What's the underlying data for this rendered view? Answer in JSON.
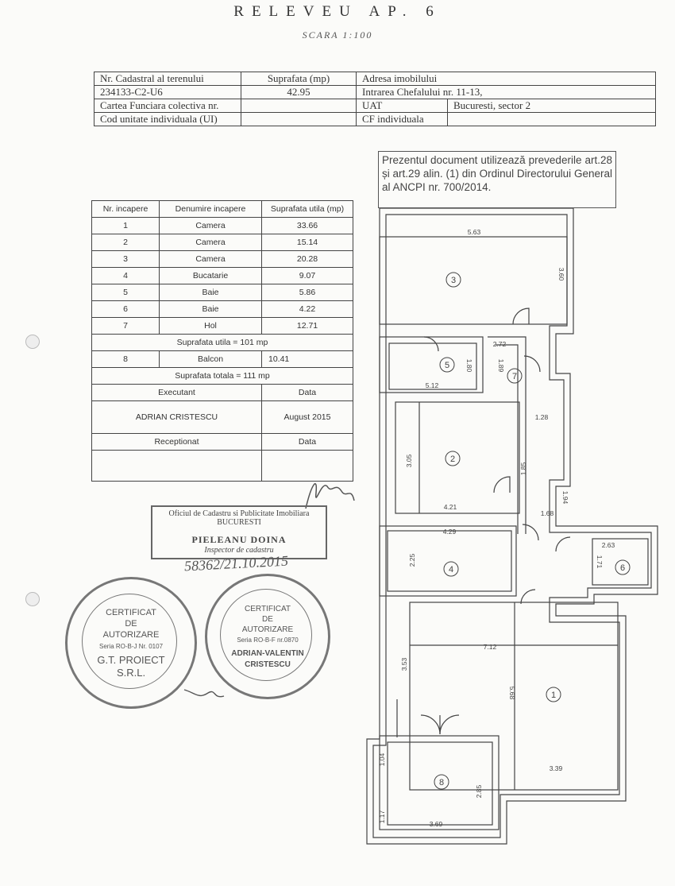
{
  "header": {
    "title": "RELEVEU AP. 6",
    "scale": "SCARA 1:100"
  },
  "cadastral": {
    "rows": [
      [
        "Nr. Cadastral al terenului",
        "Suprafata (mp)",
        "Adresa imobilului",
        ""
      ],
      [
        "234133-C2-U6",
        "42.95",
        "Intrarea Chefalului nr. 11-13,",
        ""
      ],
      [
        "Cartea Funciara colectiva nr.",
        "",
        "UAT",
        "Bucuresti, sector 2"
      ],
      [
        "Cod unitate individuala (UI)",
        "",
        "CF individuala",
        ""
      ]
    ]
  },
  "notice": {
    "text": "Prezentul document utilizează prevederile art.28 și art.29 alin. (1) din Ordinul Directorului General al ANCPI nr. 700/2014."
  },
  "rooms_table": {
    "headers": [
      "Nr. incapere",
      "Denumire incapere",
      "Suprafata utila (mp)"
    ],
    "rows": [
      [
        "1",
        "Camera",
        "33.66"
      ],
      [
        "2",
        "Camera",
        "15.14"
      ],
      [
        "3",
        "Camera",
        "20.28"
      ],
      [
        "4",
        "Bucatarie",
        "9.07"
      ],
      [
        "5",
        "Baie",
        "5.86"
      ],
      [
        "6",
        "Baie",
        "4.22"
      ],
      [
        "7",
        "Hol",
        "12.71"
      ]
    ],
    "suprafata_utila": "Suprafata utila = 101 mp",
    "balcon_row": [
      "8",
      "Balcon",
      "10.41"
    ],
    "suprafata_totala": "Suprafata totala = 111 mp",
    "executant_label": "Executant",
    "data_label": "Data",
    "executant_name": "ADRIAN CRISTESCU",
    "executant_date": "August 2015",
    "receptionat_label": "Receptionat",
    "receptionat_data_label": "Data"
  },
  "stamp_ocpi": {
    "line1": "Oficiul de Cadastru si Publicitate Imobiliara",
    "line2": "BUCURESTI",
    "line3": "PIELEANU DOINA",
    "line4": "Inspector de cadastru",
    "handwritten": "58362/21.10.2015"
  },
  "seal_gt": {
    "l1": "CERTIFICAT",
    "l2": "DE",
    "l3": "AUTORIZARE",
    "l4": "Seria RO-B-J Nr. 0107",
    "l5": "G.T. PROIECT",
    "l6": "S.R.L."
  },
  "seal_adrian": {
    "l1": "CERTIFICAT",
    "l2": "DE",
    "l3": "AUTORIZARE",
    "l4": "Seria RO-B-F nr.0870",
    "l5": "ADRIAN-VALENTIN",
    "l6": "CRISTESCU"
  },
  "plan": {
    "dims": {
      "d_top": "5.63",
      "d_r3v": "3.60",
      "d_272": "2.72",
      "d_512": "5.12",
      "d_180": "1.80",
      "d_189": "1.89",
      "d_128": "1.28",
      "d_305": "3.05",
      "d_185": "1.85",
      "d_194": "1.94",
      "d_421": "4.21",
      "d_168": "1.68",
      "d_429": "4.29",
      "d_225": "2.25",
      "d_263": "2.63",
      "d_171": "1.71",
      "d_712": "7.12",
      "d_353": "3.53",
      "d_568": "5.68",
      "d_339": "3.39",
      "d_104": "1.04",
      "d_285": "2.85",
      "d_117": "1.17",
      "d_369": "3.69"
    },
    "room_numbers": [
      "1",
      "2",
      "3",
      "4",
      "5",
      "6",
      "7",
      "8"
    ]
  }
}
